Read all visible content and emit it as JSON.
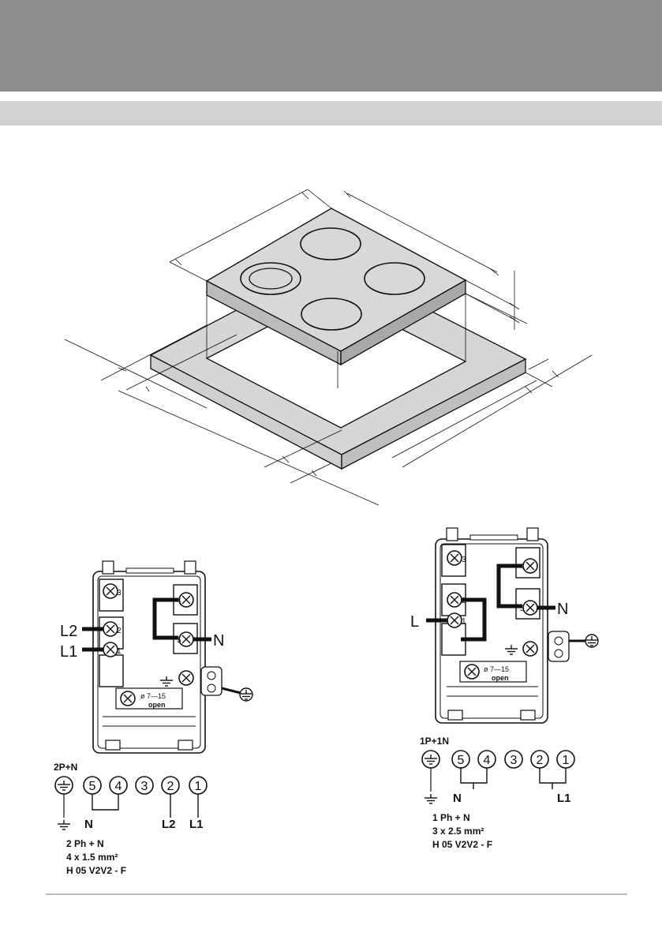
{
  "wiring_left": {
    "side_labels": [
      "L2",
      "L1",
      "N"
    ],
    "screw_numbers": [
      "3",
      "2",
      "1",
      "4",
      "5"
    ],
    "clamp_dimension": "ø 7—15",
    "clamp_label": "open",
    "config_code": "2P+N",
    "terminals": [
      "5",
      "4",
      "3",
      "2",
      "1"
    ],
    "terminal_labels": [
      "N",
      "L2",
      "L1"
    ],
    "spec_lines": [
      "2 Ph + N",
      "4 x 1.5 mm²",
      "H 05 V2V2 - F"
    ]
  },
  "wiring_right": {
    "side_labels": [
      "L",
      "N"
    ],
    "screw_numbers": [
      "3",
      "2",
      "1",
      "4",
      "5"
    ],
    "clamp_dimension": "ø 7—15",
    "clamp_label": "open",
    "config_code": "1P+1N",
    "terminals": [
      "5",
      "4",
      "3",
      "2",
      "1"
    ],
    "terminal_labels": [
      "N",
      "L1"
    ],
    "spec_lines": [
      "1 Ph + N",
      "3 x 2.5 mm²",
      "H 05 V2V2 - F"
    ]
  }
}
